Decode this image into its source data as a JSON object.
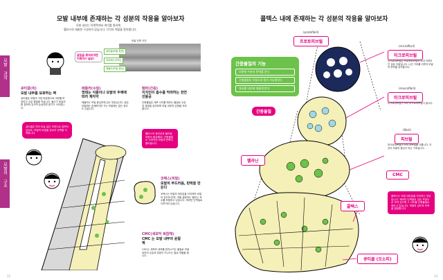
{
  "left": {
    "title": "모발 내부에 존재하는 각 성분의 작용을 알아보자",
    "subtitle": [
      "모발 내부는 아랫쪽에서 떠이를 멀리해",
      "헬리스의 대충판 구성되어 있습니다. 각각의 역할을 알아봅니다."
    ],
    "side_tab": [
      "모발 과학",
      "모발의 구조"
    ],
    "speech_text": "갈림을 해처리하면 이해하기 쉽죠!",
    "photo_label": "모발 단면 사진",
    "photo_tags": [
      "큐티클(모발 표면)",
      "코르텍스(모피)",
      "메듈라(모발 중심)"
    ],
    "cuticle": {
      "label": "큐티클(피)",
      "headline": "모발 내부를 보호하는 벽",
      "desc": "큐티클은 모발의 가장 바깥층으로 내부를 보호하고 수분 증발을 막습니다. 물고기 비늘처럼 겹쳐져 있으며 손상되면 윤기가 사라집니다."
    },
    "medulla": {
      "label": "메듈라(수질)",
      "headline": "형태는 식물이나 모발의 두께에 따라 제각각",
      "desc": "메듈라는 모발 중심부에 있는 부분입니다. 굵은 모발에는 존재하지만 가는 모발에는 없는 경우도 있습니다."
    },
    "matrix": {
      "label": "탱파(간층)",
      "headline": "지치인이 흡수를 막려하는 천연 선물공",
      "desc": "간층물질은 세포 사이를 채우는 물질로 수분과 영양을 유지하며 모발 내부의 균형을 지켜 줍니다."
    },
    "middle_pink": "헬리스의 동반성과 불러옴 보충이 중요해요! 간충물질이 사라지면 모발의 탄력이 줄어듭니다.",
    "cortex": {
      "label": "코텍스(피질)",
      "headline": "모발의 부드러움, 탄력을 만든다",
      "desc": "코텍스는 모발의 대부분을 차지하며 모발의 강도와 탄력, 색을 결정하는 멜라닌 색소를 포함하고 있습니다. 케라틴 단백질로 이루어져 있습니다."
    },
    "cmc": {
      "label": "CMC(세포막 복합체)",
      "headline": "CMC 는 모발 내부의 윤활제",
      "desc": "CMC는 세포와 세포를 접착시키는 물질로 모발 내부의 수분과 영양이 드나드는 통로 역할을 합니다."
    },
    "pink_note": "큐티클은 마치 비늘 같은 모양으로 겹쳐져 있어요. 모발의 바깥을 감싸서 안쪽을 지켜줍니다.",
    "page_number": "12"
  },
  "right": {
    "title": "콜텍스 내에 존재하는 각 성분의 작용을 알아보자",
    "protofibril": {
      "en": "(protofibril)",
      "label": "프로토피브릴"
    },
    "microfibril": {
      "en": "(microfibril)",
      "label": "미크로피브릴",
      "desc": "미크로피브릴은 프로토피브릴이 모여 이루어진 섬유 다발입니다. 나선 구조를 이루어 모발의 탄력을 유지합니다."
    },
    "macrofibril": {
      "en": "(macrofibril)",
      "label": "마크로피브릴",
      "desc": "미크로피브릴이 모여 마크로피브릴이 됩니다."
    },
    "fibril": {
      "en": "(fibril)",
      "label": "피브릴",
      "desc": "마크로피브릴이 모여 피브릴을 이룹니다. 이것이 모발의 중심이 되는 구조입니다."
    },
    "matrix_box": {
      "title": "간충물질의 기능",
      "lines": [
        "모발에 수분과 탄력을 준다",
        "간충물질의 이동으로 펌이 가능해진다",
        "영요를 내부에 머물게 한다"
      ]
    },
    "matrix_tag": "간충물질",
    "melanin_label": "멜라닌",
    "cmc_tag": "CMC",
    "cortex_tag": "콜텍스",
    "cuticle_tag": "큐티클 (오소피)",
    "pink_box": "콜텍스는 모발 대부분을 차지하는 부분입니다. 케라틴 단백질이 섬유 모양으로 모여 있으며 그 사이를 간충물질이 채우고 있습니다. 모발의 강도와 탄력을 결정합니다.",
    "page_number": "13"
  },
  "colors": {
    "accent": "#e5007f",
    "tab": "#b0308a",
    "green": "#6cc24a",
    "cream": "#f5f0b8"
  }
}
